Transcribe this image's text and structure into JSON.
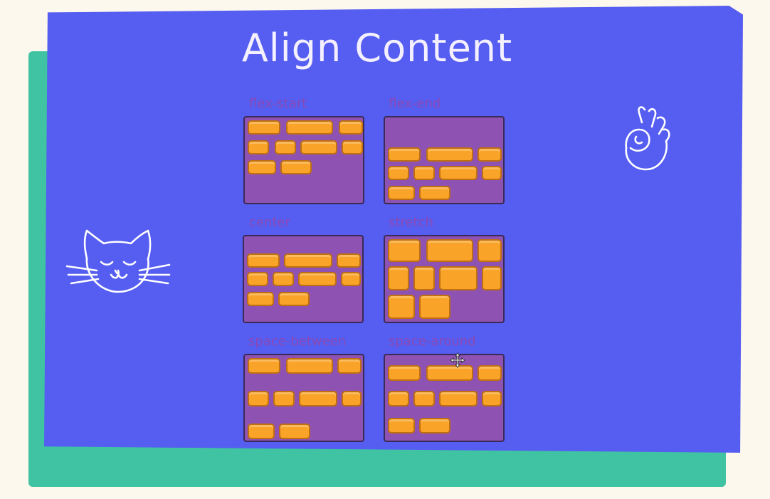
{
  "title": "Align Content",
  "panels": [
    {
      "key": "flex_start",
      "label": "flex-start"
    },
    {
      "key": "flex_end",
      "label": "flex-end"
    },
    {
      "key": "center",
      "label": "center"
    },
    {
      "key": "stretch",
      "label": "stretch"
    },
    {
      "key": "space_between",
      "label": "space-between"
    },
    {
      "key": "space_around",
      "label": "space-around"
    }
  ],
  "icons": [
    "cat-doodle-icon",
    "ok-hand-doodle-icon",
    "move-cursor-icon"
  ],
  "colors": {
    "board": "#555ef0",
    "sheet": "#40c3a2",
    "panel": "#8e52b3",
    "brick": "#f9a428",
    "label": "#8a48b6",
    "title": "#f4f0ff"
  }
}
